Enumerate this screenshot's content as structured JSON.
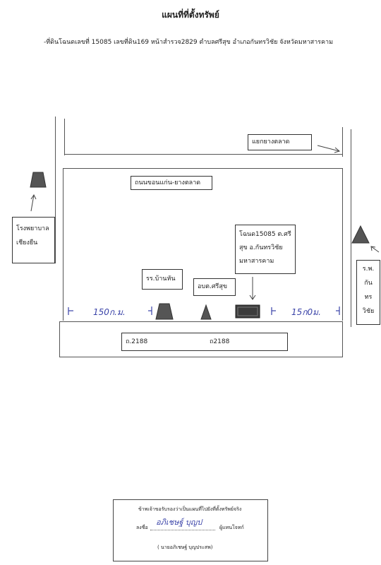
{
  "title": "แผนที่ที่ตั้งทรัพย์",
  "subtitle": "-ที่ดินโฉนดเลขที่ 15085 เลขที่ดิน169 หน้าสำรวจ2829 ตำบลศรีสุข อำเภอกันทรวิชัย จังหวัดมหาสารคาม",
  "labels": {
    "junction": "แยกยางตลาด",
    "road_main": "ถนนขอนแก่น-ยางตลาด",
    "hospital_left_line1": "โรงพยาบาล",
    "hospital_left_line2": "เชียงยืน",
    "deed_line1": "โฉนด15085 ต.ศรี",
    "deed_line2": "สุข อ.กันทรวิชัย",
    "deed_line3": "มหาสารคาม",
    "school": "รร.บ้านหัน",
    "sao": "อบต.ศรีสุข",
    "hospital_right_line1": "ร.พ.",
    "hospital_right_line2": "กัน",
    "hospital_right_line3": "ทร",
    "hospital_right_line4": "วิชัย",
    "road_2188_a": "ถ.2188",
    "road_2188_b": "ถ2188"
  },
  "handwritten": {
    "dist_left": "150ก.ม.",
    "dist_right": "15ก0ม."
  },
  "certificate": {
    "line1": "ข้าพเจ้าขอรับรองว่าเป็นแผนที่ไปยังที่ตั้งทรัพย์จริง",
    "sign_prefix": "ลงชื่อ",
    "signature": "อภิเชษฐ์ บุญป",
    "sign_suffix": "ผู้แทนโจทก์",
    "name": "( นายอภิเชษฐ์  บุญประสพ)"
  },
  "colors": {
    "marker": "#555555",
    "handwriting": "#3a43a8"
  }
}
